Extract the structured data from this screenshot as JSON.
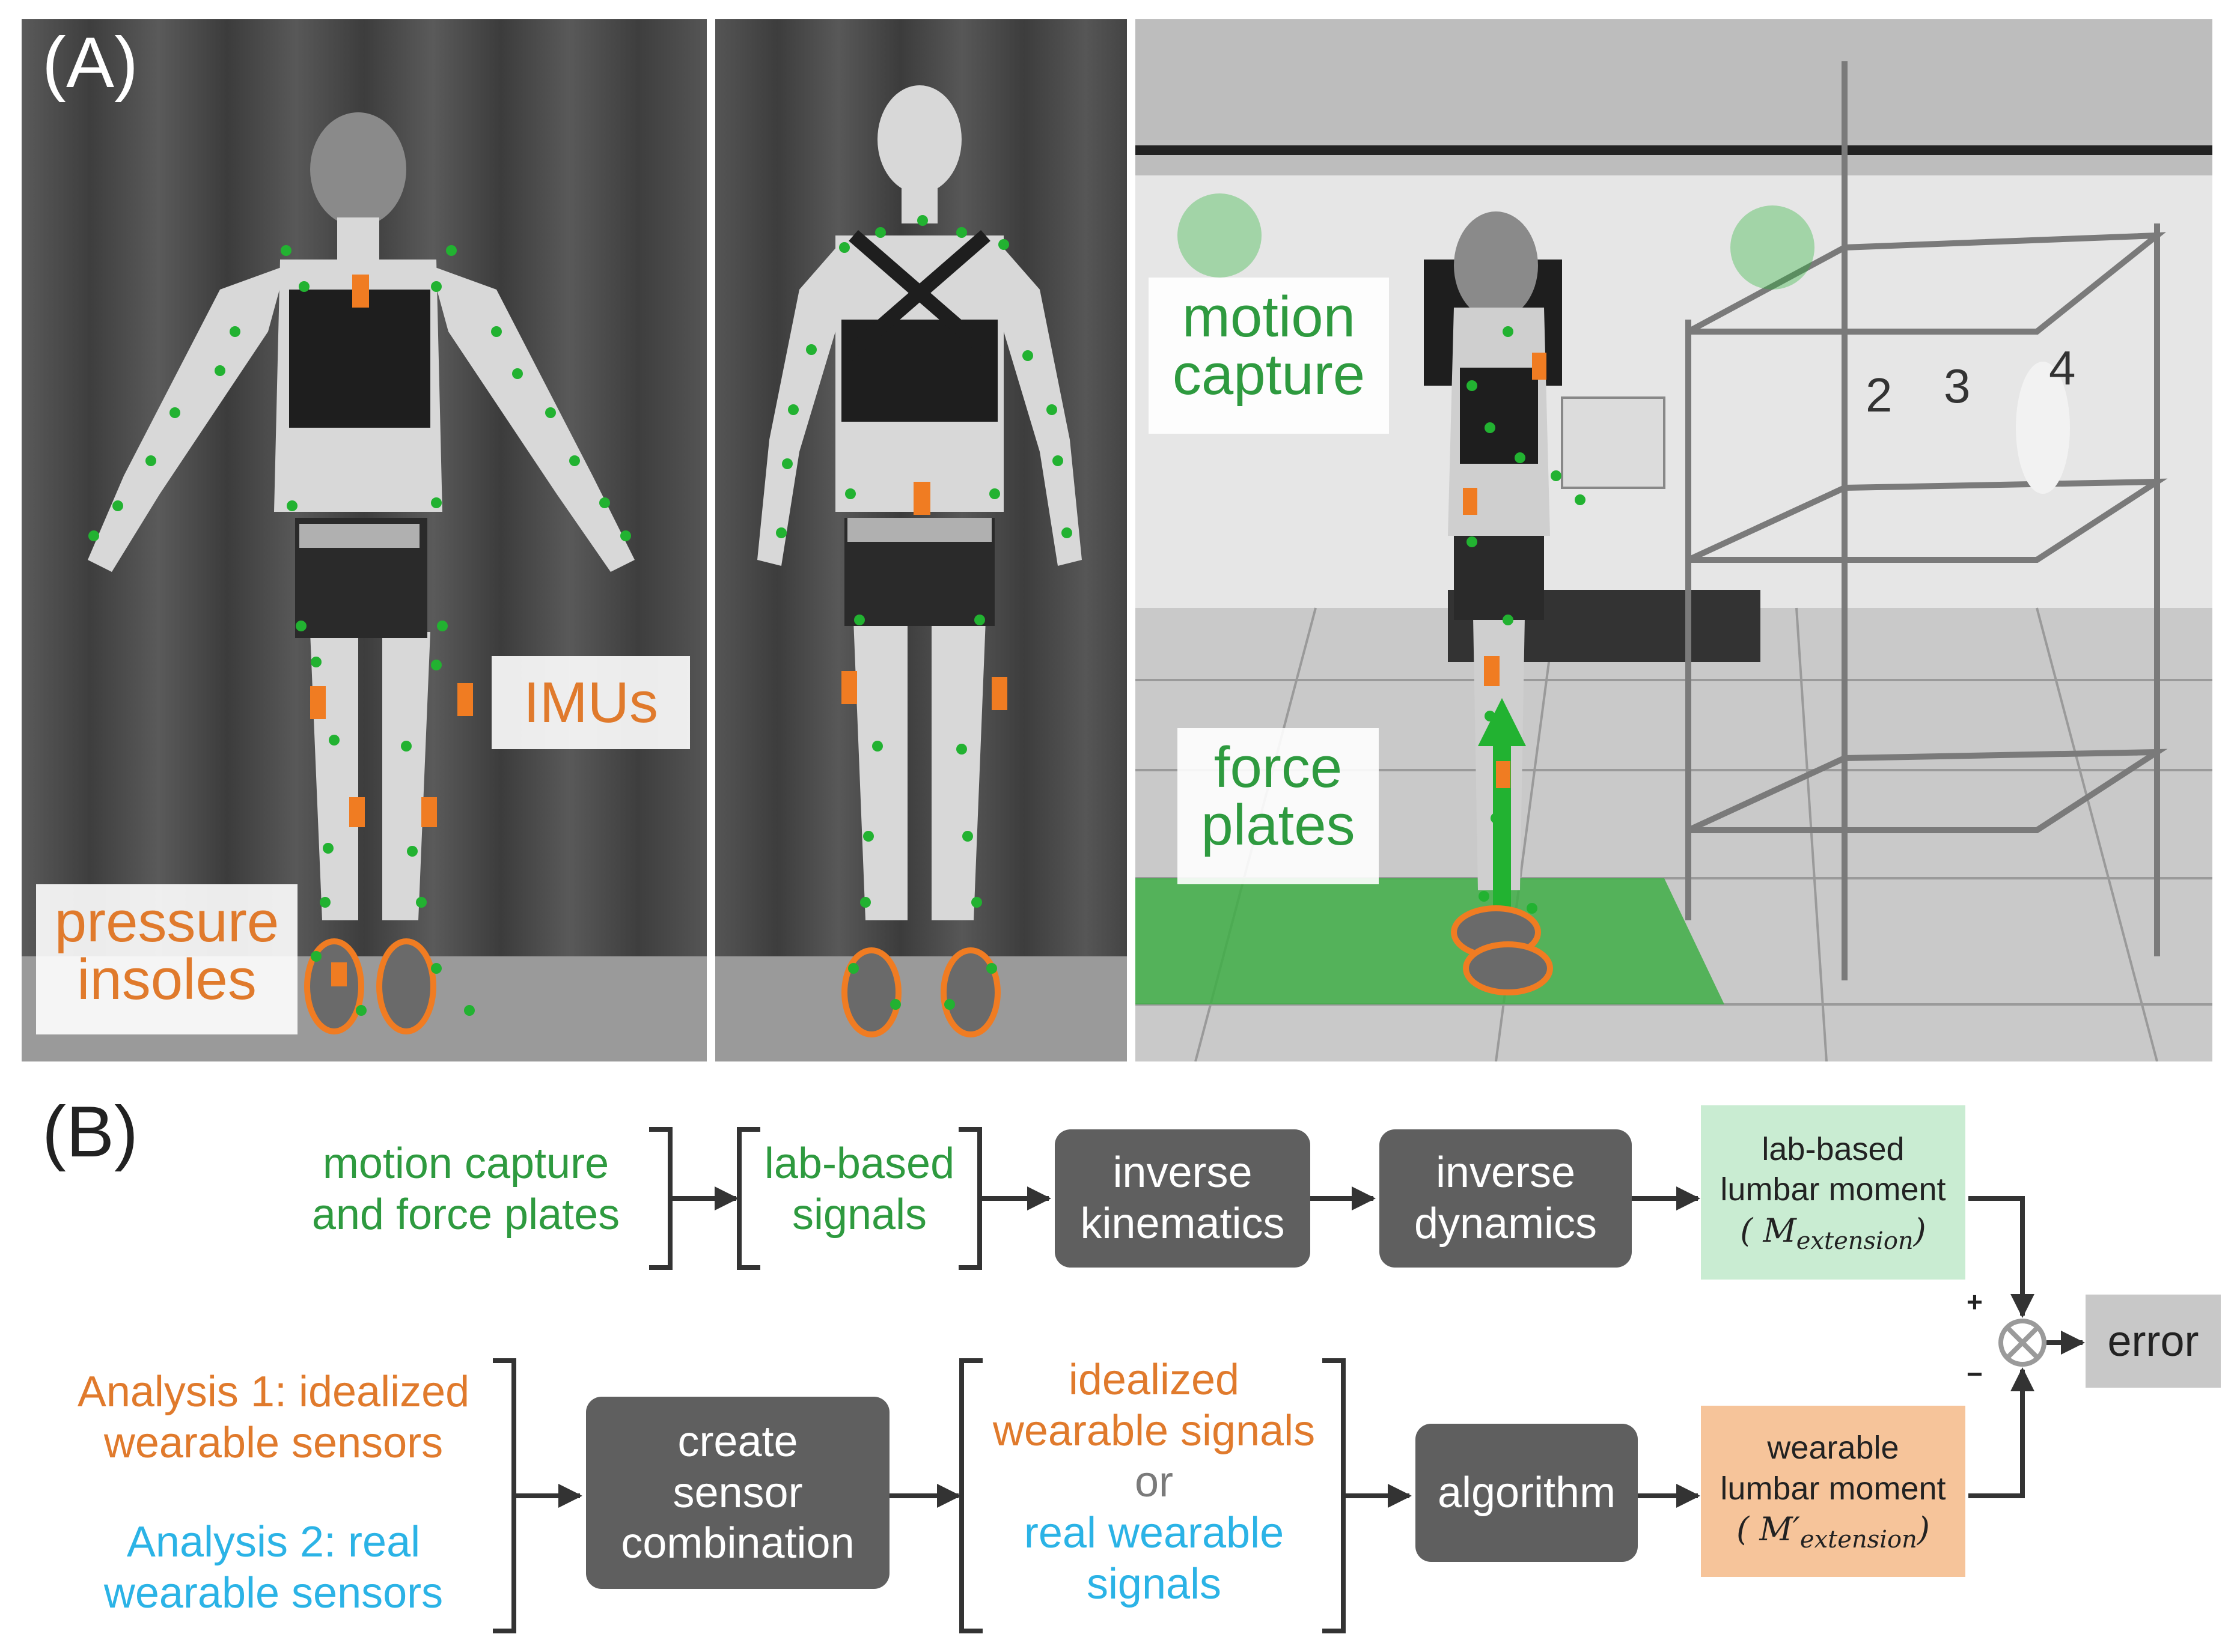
{
  "panel_a": {
    "letter": "(A)",
    "photo_left_labels": {
      "imus": "IMUs",
      "pressure_insoles_line1": "pressure",
      "pressure_insoles_line2": "insoles"
    },
    "photo_right_labels": {
      "motion_capture_line1": "motion",
      "motion_capture_line2": "capture",
      "force_plates_line1": "force",
      "force_plates_line2": "plates"
    },
    "shelf_numbers": [
      "2",
      "3",
      "4"
    ]
  },
  "panel_b": {
    "letter": "(B)",
    "top_row": {
      "source_line1": "motion capture",
      "source_line2": "and force plates",
      "signals_line1": "lab-based",
      "signals_line2": "signals",
      "ik_line1": "inverse",
      "ik_line2": "kinematics",
      "id_line1": "inverse",
      "id_line2": "dynamics",
      "moment_line1": "lab-based",
      "moment_line2": "lumbar moment",
      "moment_symbol": "( M",
      "moment_sub": "extension",
      "moment_close": ")"
    },
    "bottom_row": {
      "analysis1_line1": "Analysis 1: idealized",
      "analysis1_line2": "wearable sensors",
      "analysis2_line1": "Analysis 2: real",
      "analysis2_line2": "wearable sensors",
      "combo_line1": "create",
      "combo_line2": "sensor",
      "combo_line3": "combination",
      "sig1_line1": "idealized",
      "sig1_line2": "wearable signals",
      "or": "or",
      "sig2_line1": "real wearable",
      "sig2_line2": "signals",
      "algorithm": "algorithm",
      "moment_line1": "wearable",
      "moment_line2": "lumbar moment",
      "moment_symbol": "( M′",
      "moment_sub": "extension",
      "moment_close": ")"
    },
    "plus": "+",
    "minus": "−",
    "error": "error"
  },
  "colors": {
    "lab_green": "#2e9a3f",
    "wearable_orange": "#e07a2c",
    "real_blue": "#2bb3e6",
    "box_gray": "#5f5f5f",
    "lab_moment_fill": "#c9ecd2",
    "wearable_moment_fill": "#f6c49a",
    "marker_green": "#22b231",
    "imu_orange": "#f07c22"
  }
}
